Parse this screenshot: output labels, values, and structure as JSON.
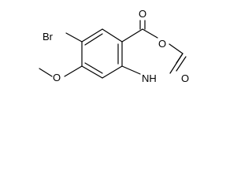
{
  "molecule": {
    "atoms": {
      "br": "Br",
      "o_carbonyl_top": "O",
      "o_ring": "O",
      "o_carbonyl_right": "O",
      "o_methoxy": "O",
      "nh": "NH"
    }
  }
}
